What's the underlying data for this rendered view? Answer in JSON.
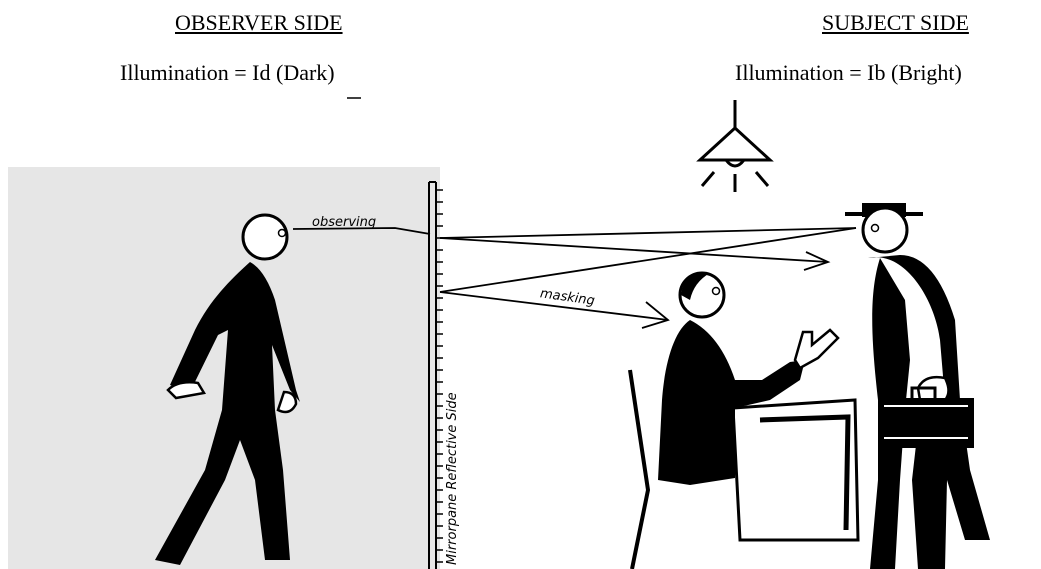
{
  "observer_side": {
    "heading": "OBSERVER SIDE",
    "illumination": "Illumination = Id (Dark)"
  },
  "subject_side": {
    "heading": "SUBJECT SIDE",
    "illumination": "Illumination = Ib (Bright)"
  },
  "labels": {
    "observing": "observing",
    "masking": "masking",
    "mirror": "Mirrorpane Reflective Side"
  },
  "colors": {
    "dark_room": "#e6e6e6",
    "ink": "#000000",
    "bright_room": "#ffffff"
  }
}
